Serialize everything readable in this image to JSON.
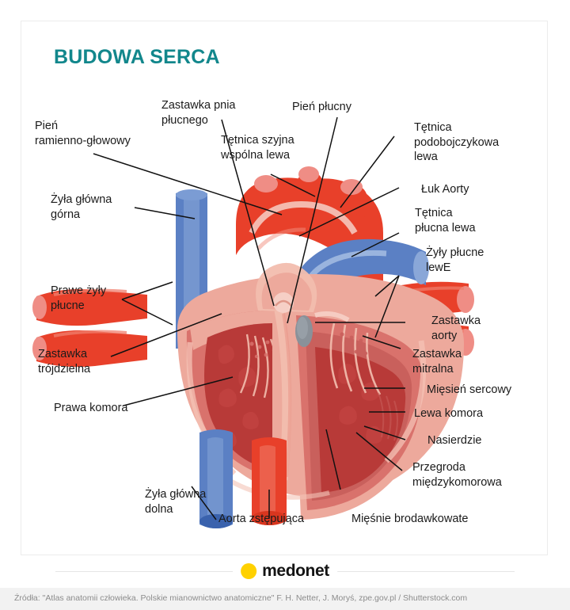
{
  "card": {
    "title": "BUDOWA SERCA",
    "title_color": "#12878c"
  },
  "diagram": {
    "subject": "human heart cross-section",
    "colors": {
      "artery_red": "#e8402a",
      "artery_red_dark": "#d8361f",
      "vessel_cut_pink": "#ef8d85",
      "vein_blue": "#5b80c4",
      "vein_blue_dark": "#3a62ad",
      "vein_blue_light": "#8aa7d8",
      "epicardium_pink": "#eda99c",
      "myocardium_rose": "#d9726c",
      "endocardium_dark": "#c0413f",
      "chamber_deep": "#b83a38",
      "highlight_pale": "#f6cfc6",
      "valve_grey": "#8a9199"
    }
  },
  "labels": [
    {
      "id": "zastawka-pnia-plucnego",
      "text": "Zastawka pnia\npłucnego"
    },
    {
      "id": "pien-plucny",
      "text": "Pień płucny"
    },
    {
      "id": "pien-ramienno-glowowy",
      "text": "Pień\nramienno-głowowy"
    },
    {
      "id": "tetnica-szyjna-wspolna-lewa",
      "text": "Tętnica szyjna\nwspólna lewa"
    },
    {
      "id": "tetnica-podobojczykowa-lewa",
      "text": "Tętnica\npodobojczykowa\nlewa"
    },
    {
      "id": "zyla-glowna-gorna",
      "text": "Żyła główna\ngórna"
    },
    {
      "id": "luk-aorty",
      "text": "Łuk Aorty"
    },
    {
      "id": "tetnica-plucna-lewa",
      "text": "Tętnica\npłucna lewa"
    },
    {
      "id": "zyly-plucne-lewe",
      "text": "Żyły płucne\nlewE"
    },
    {
      "id": "prawe-zyly-plucne",
      "text": "Prawe żyły\npłucne"
    },
    {
      "id": "zastawka-aorty",
      "text": "Zastawka\naorty"
    },
    {
      "id": "zastawka-trojdzielna",
      "text": "Zastawka\ntrójdzielna"
    },
    {
      "id": "zastawka-mitralna",
      "text": "Zastawka\nmitralna"
    },
    {
      "id": "miesien-sercowy",
      "text": "Mięsień sercowy"
    },
    {
      "id": "prawa-komora",
      "text": "Prawa komora"
    },
    {
      "id": "lewa-komora",
      "text": "Lewa komora"
    },
    {
      "id": "nasierdzie",
      "text": "Nasierdzie"
    },
    {
      "id": "przegroda-miedzykomorowa",
      "text": "Przegroda\nmiędzykomorowa"
    },
    {
      "id": "zyla-glowna-dolna",
      "text": "Żyła główna\ndolna"
    },
    {
      "id": "aorta-zstepujaca",
      "text": "Aorta zstępująca"
    },
    {
      "id": "miesnie-brodawkowate",
      "text": "Mięśnie brodawkowate"
    }
  ],
  "footer": {
    "logo_text": "medonet",
    "logo_dot_color": "#ffd100",
    "source": "Źródła: \"Atlas anatomii człowieka. Polskie mianownictwo anatomiczne\" F. H. Netter, J. Moryś, zpe.gov.pl / Shutterstock.com"
  }
}
